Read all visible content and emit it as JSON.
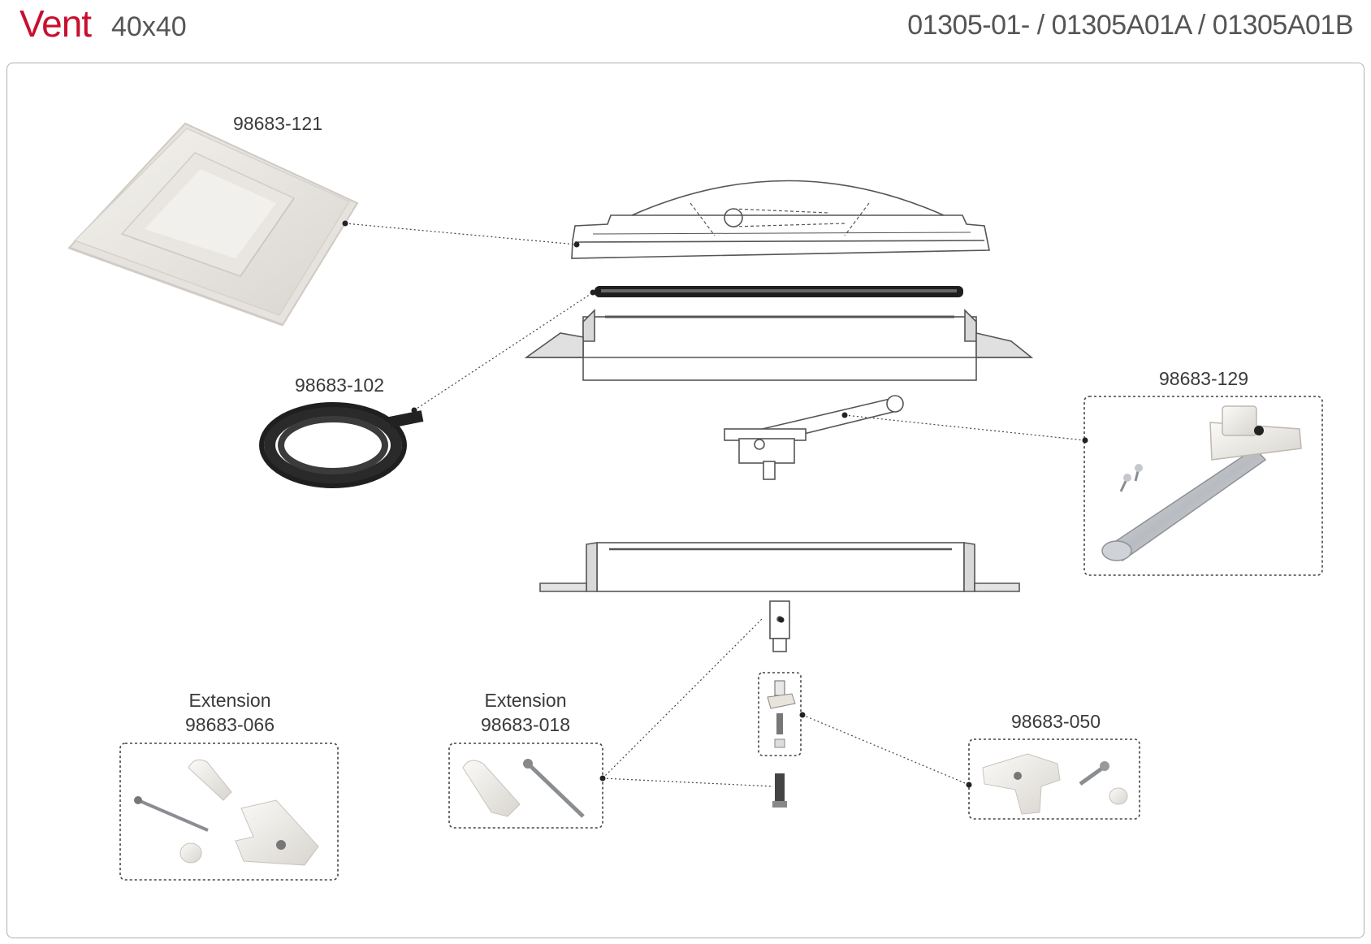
{
  "header": {
    "title": "Vent",
    "size": "40x40",
    "part_numbers": "01305-01- / 01305A01A / 01305A01B"
  },
  "parts": {
    "cover": "98683-121",
    "seal": "98683-102",
    "crank_arm": "98683-129",
    "ext_066_title": "Extension",
    "ext_066_number": "98683-066",
    "ext_018_title": "Extension",
    "ext_018_number": "98683-018",
    "handle": "98683-050"
  },
  "colors": {
    "title_accent": "#c8102e"
  }
}
